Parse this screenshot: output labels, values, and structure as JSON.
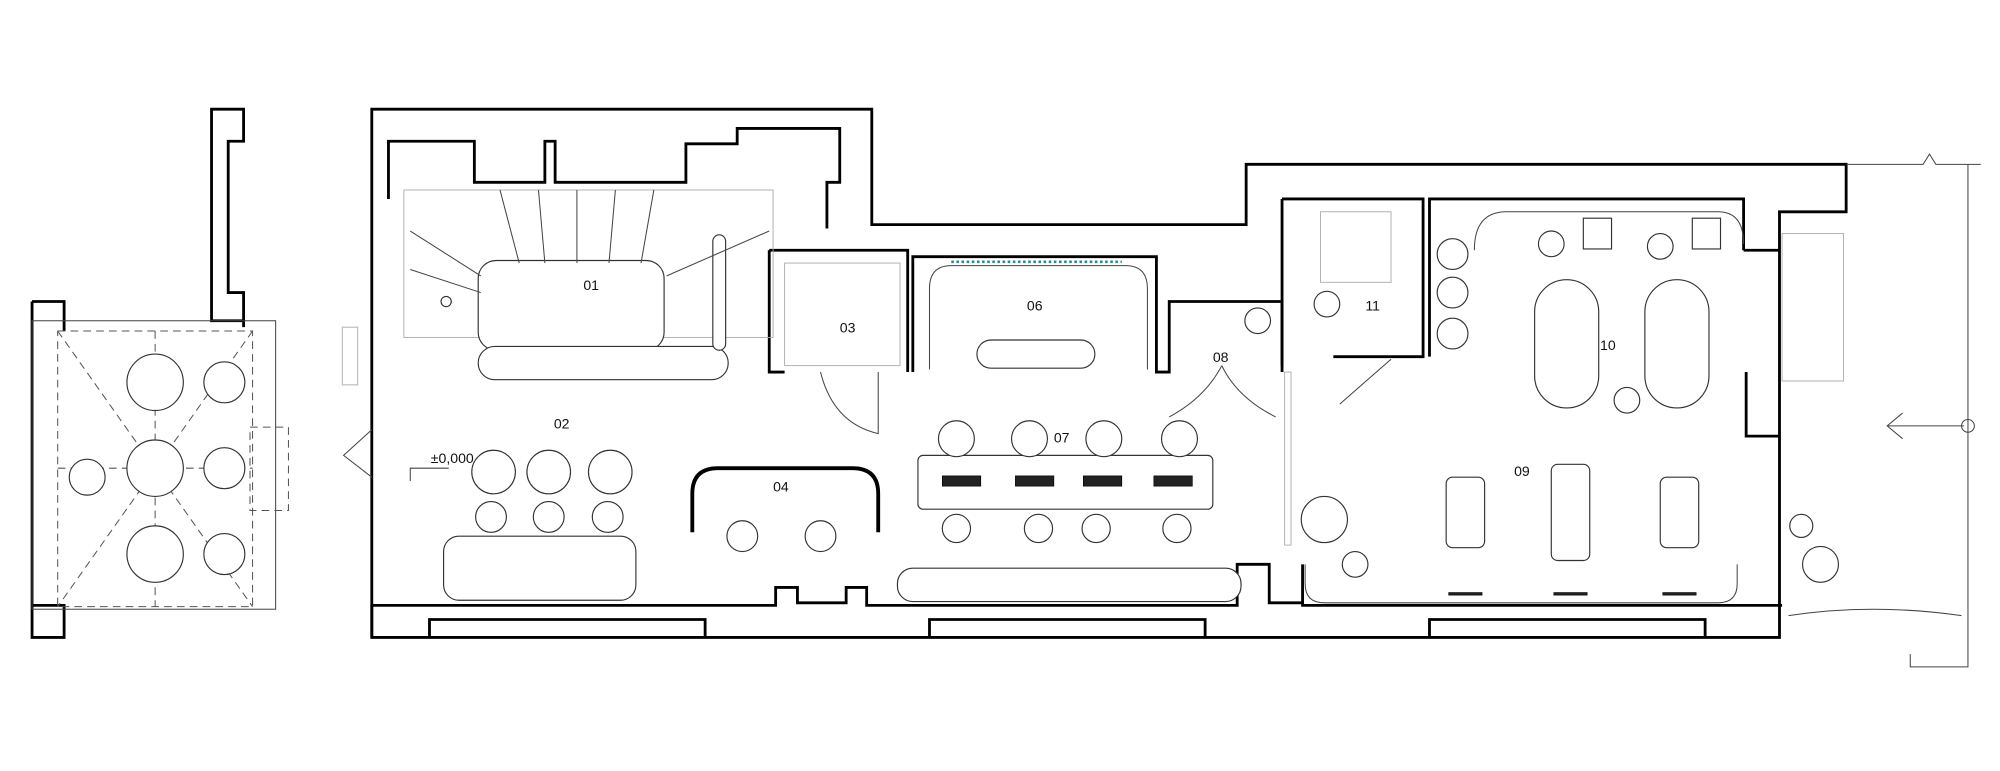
{
  "plan": {
    "level_mark": "±0,000",
    "rooms": [
      {
        "id": "01"
      },
      {
        "id": "02"
      },
      {
        "id": "03"
      },
      {
        "id": "04"
      },
      {
        "id": "06"
      },
      {
        "id": "07"
      },
      {
        "id": "08"
      },
      {
        "id": "09"
      },
      {
        "id": "10"
      },
      {
        "id": "11"
      }
    ]
  },
  "colors": {
    "line": "#000000",
    "accent": "#2a8a8a"
  }
}
